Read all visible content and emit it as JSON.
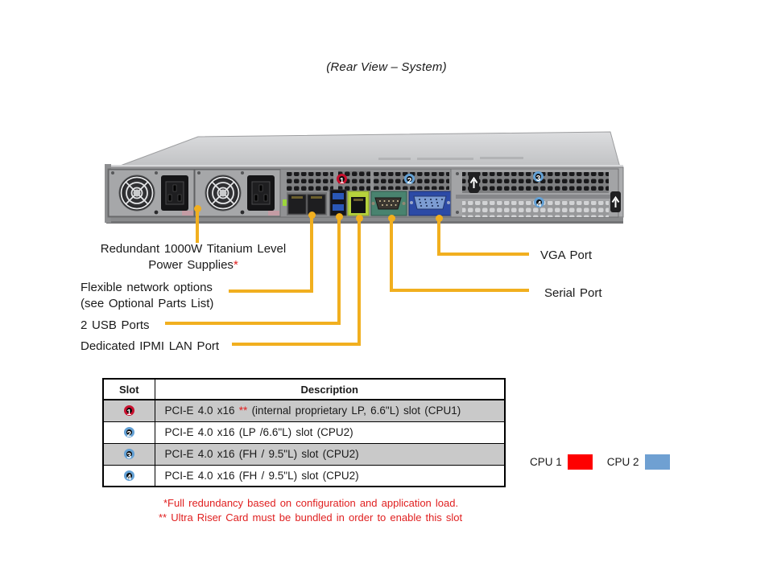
{
  "title": "(Rear View – System)",
  "colors": {
    "callout_line": "#F1AF1F",
    "red_text": "#E02020",
    "badge_ring_red": "#C8102E",
    "badge_ring_blue": "#63A0D4"
  },
  "server_badges": [
    "1",
    "2",
    "3",
    "4"
  ],
  "callouts": {
    "psu": {
      "line1": "Redundant 1000W Titanium Level",
      "line2": "Power Supplies",
      "marker": "*"
    },
    "network": {
      "line1": "Flexible network options",
      "line2": "(see Optional Parts List)"
    },
    "usb": {
      "label": "2 USB Ports"
    },
    "ipmi": {
      "label": "Dedicated IPMI LAN Port"
    },
    "vga": {
      "label": "VGA Port"
    },
    "serial": {
      "label": "Serial Port"
    }
  },
  "table": {
    "headers": [
      "Slot",
      "Description"
    ],
    "rows": [
      {
        "slot": "1",
        "pre": "PCI-E 4.0 x16 ",
        "mark": "**",
        "post": " (internal proprietary LP, 6.6\"L) slot (CPU1)"
      },
      {
        "slot": "2",
        "pre": "PCI-E 4.0 x16 (LP /6.6\"L) slot (CPU2)",
        "mark": "",
        "post": ""
      },
      {
        "slot": "3",
        "pre": "PCI-E 4.0 x16 (FH / 9.5\"L) slot (CPU2)",
        "mark": "",
        "post": ""
      },
      {
        "slot": "4",
        "pre": "PCI-E 4.0 x16 (FH / 9.5\"L) slot (CPU2)",
        "mark": "",
        "post": ""
      }
    ]
  },
  "legend": [
    {
      "label": "CPU 1",
      "color": "#FE0000"
    },
    {
      "label": "CPU 2",
      "color": "#6FA0D2"
    }
  ],
  "footnotes": [
    "*Full redundancy based on configuration and application load.",
    "** Ultra Riser Card must be bundled in order to enable this slot"
  ]
}
